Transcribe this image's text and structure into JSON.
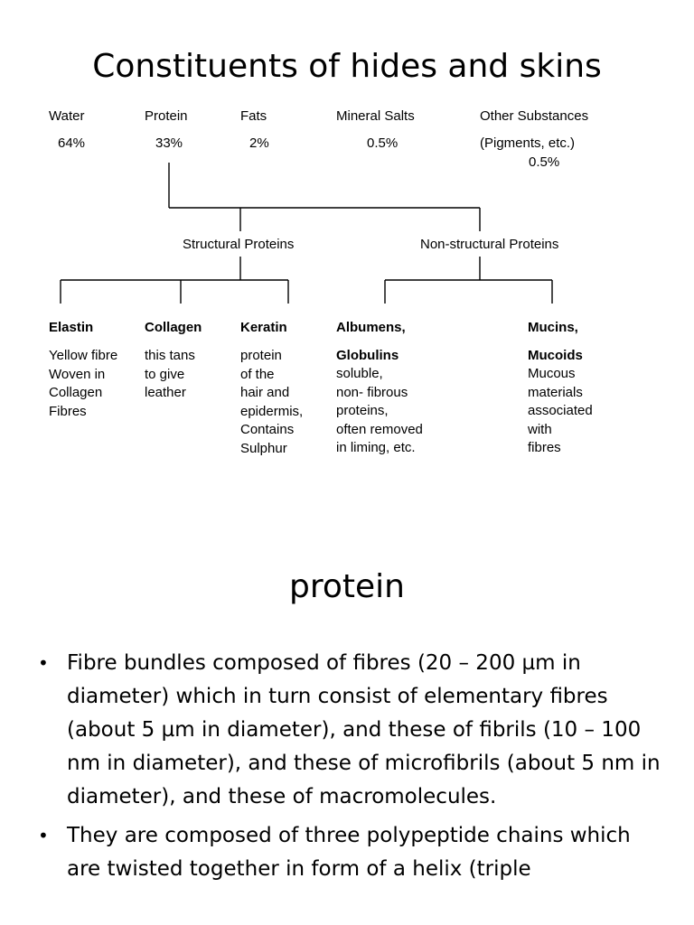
{
  "slide": {
    "title": "Constituents  of hides and skins"
  },
  "constituents": [
    {
      "name": "Water",
      "value": "64%"
    },
    {
      "name": "Protein",
      "value": "33%"
    },
    {
      "name": "Fats",
      "value": "2%"
    },
    {
      "name": "Mineral Salts",
      "value": "0.5%"
    },
    {
      "name": "Other Substances",
      "value": "(Pigments, etc.)",
      "value2": "0.5%"
    }
  ],
  "groups": {
    "structural": "Structural Proteins",
    "non_structural": "Non-structural Proteins"
  },
  "proteins": [
    {
      "name": "Elastin",
      "desc": [
        "Yellow fibre",
        "Woven in",
        "Collagen",
        "Fibres"
      ]
    },
    {
      "name": "Collagen",
      "desc": [
        "this tans",
        "to give",
        "leather"
      ]
    },
    {
      "name": "Keratin",
      "desc": [
        "protein",
        "of the",
        "hair and",
        "epidermis,",
        "Contains",
        "Sulphur"
      ]
    },
    {
      "name": "Albumens,",
      "name2": "Globulins",
      "desc": [
        "soluble,",
        "non- fibrous",
        "proteins,",
        "often removed",
        "in liming, etc."
      ]
    },
    {
      "name": "Mucins,",
      "name2": "Mucoids",
      "desc": [
        "Mucous",
        "materials",
        "associated",
        "with",
        "fibres"
      ]
    }
  ],
  "section": {
    "title": "protein",
    "bullets": [
      "Fibre bundles composed of fibres (20 – 200 µm in diameter) which in turn consist of elementary fibres (about 5 µm in diameter), and these of fibrils (10 – 100 nm in diameter), and these of microfibrils (about 5 nm in diameter), and these of macromolecules.",
      "They are composed of three polypeptide chains which are twisted together in form of a helix (triple"
    ],
    "bullet_glyph": "•"
  }
}
